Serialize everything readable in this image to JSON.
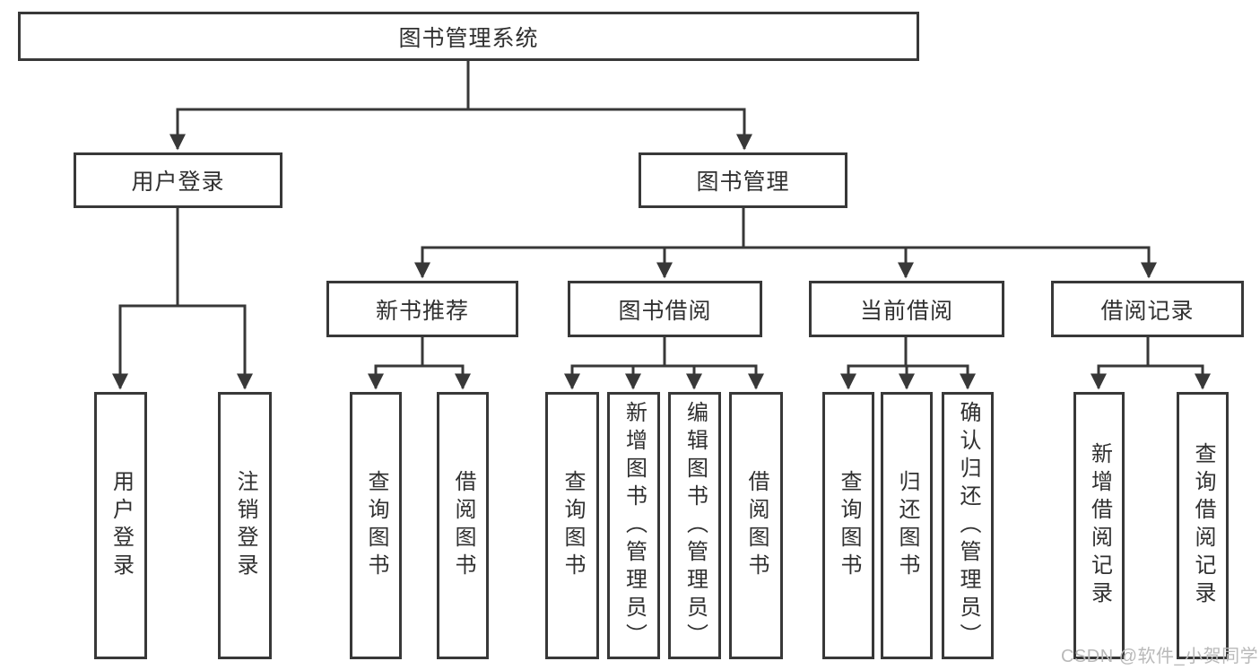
{
  "title": "图书管理系统",
  "tree": {
    "label": "图书管理系统",
    "children": [
      {
        "label": "用户登录",
        "children": [
          {
            "label": "用户登录"
          },
          {
            "label": "注销登录"
          }
        ]
      },
      {
        "label": "图书管理",
        "children": [
          {
            "label": "新书推荐",
            "children": [
              {
                "label": "查询图书"
              },
              {
                "label": "借阅图书"
              }
            ]
          },
          {
            "label": "图书借阅",
            "children": [
              {
                "label": "查询图书"
              },
              {
                "label": "新增图书（管理员）"
              },
              {
                "label": "编辑图书（管理员）"
              },
              {
                "label": "借阅图书"
              }
            ]
          },
          {
            "label": "当前借阅",
            "children": [
              {
                "label": "查询图书"
              },
              {
                "label": "归还图书"
              },
              {
                "label": "确认归还（管理员）"
              }
            ]
          },
          {
            "label": "借阅记录",
            "children": [
              {
                "label": "新增借阅记录"
              },
              {
                "label": "查询借阅记录"
              }
            ]
          }
        ]
      }
    ]
  },
  "watermark": "CSDN @软件_小贺同学",
  "colors": {
    "line": "#383838",
    "text": "#303030",
    "watermark": "#b9b9b9",
    "background": "#ffffff"
  }
}
